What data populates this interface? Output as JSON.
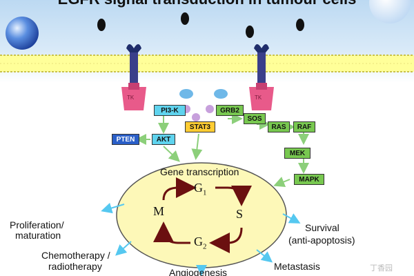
{
  "title": "EGFR signal transduction in tumour cells",
  "receptor_label": "TK",
  "boxes": {
    "pi3k": "PI3-K",
    "grb2": "GRB2",
    "stat3": "STAT3",
    "sos": "SOS",
    "ras": "RAS",
    "raf": "RAF",
    "pten": "PTEN",
    "akt": "AKT",
    "mek": "MEK",
    "mapk": "MAPK"
  },
  "nucleus": {
    "label": "Gene transcription",
    "g1": "G",
    "g1_sub": "1",
    "s": "S",
    "g2": "G",
    "g2_sub": "2",
    "m": "M"
  },
  "outcomes": {
    "proliferation": "Proliferation/",
    "maturation": "maturation",
    "chemotherapy": "Chemotherapy /",
    "radiotherapy": "radiotherapy",
    "angiogenesis": "Angiogenesis",
    "metastasis": "Metastasis",
    "survival": "Survival",
    "anti_apoptosis": "(anti-apoptosis)"
  },
  "watermark": "丁香园",
  "colors": {
    "membrane": "#ffff99",
    "receptor": "#e85a8a",
    "receptor_cap": "#1f2d6b",
    "nucleus": "#fdf8b8",
    "cycle_arrow": "#6b1010",
    "outcome_arrow": "#55c8f0",
    "pathway_arrow": "#8ccf7a",
    "ligand": "#111111",
    "adaptor_blue": "#6fb8e8",
    "adaptor_purple": "#c7a0dc"
  }
}
